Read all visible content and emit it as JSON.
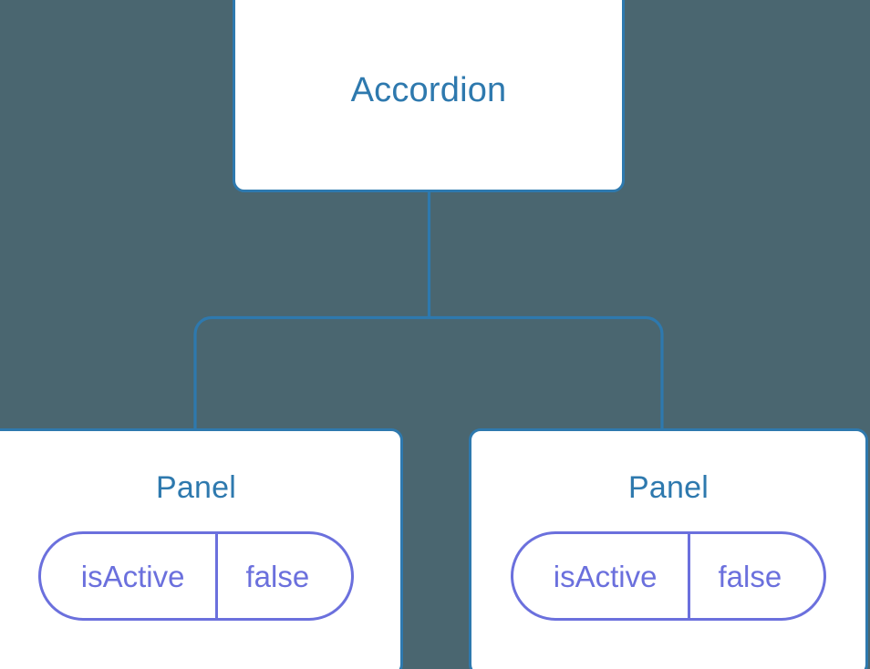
{
  "diagram": {
    "type": "component-tree",
    "background_color": "#4a6670",
    "node_border_color": "#2e79ae",
    "node_title_color": "#2e79ae",
    "connector_color": "#2e79ae",
    "pill_color": "#6b70dd",
    "node_fill_color": "#ffffff",
    "root": {
      "label": "Accordion"
    },
    "children": [
      {
        "label": "Panel",
        "state": {
          "key": "isActive",
          "value": "false"
        }
      },
      {
        "label": "Panel",
        "state": {
          "key": "isActive",
          "value": "false"
        }
      }
    ]
  }
}
